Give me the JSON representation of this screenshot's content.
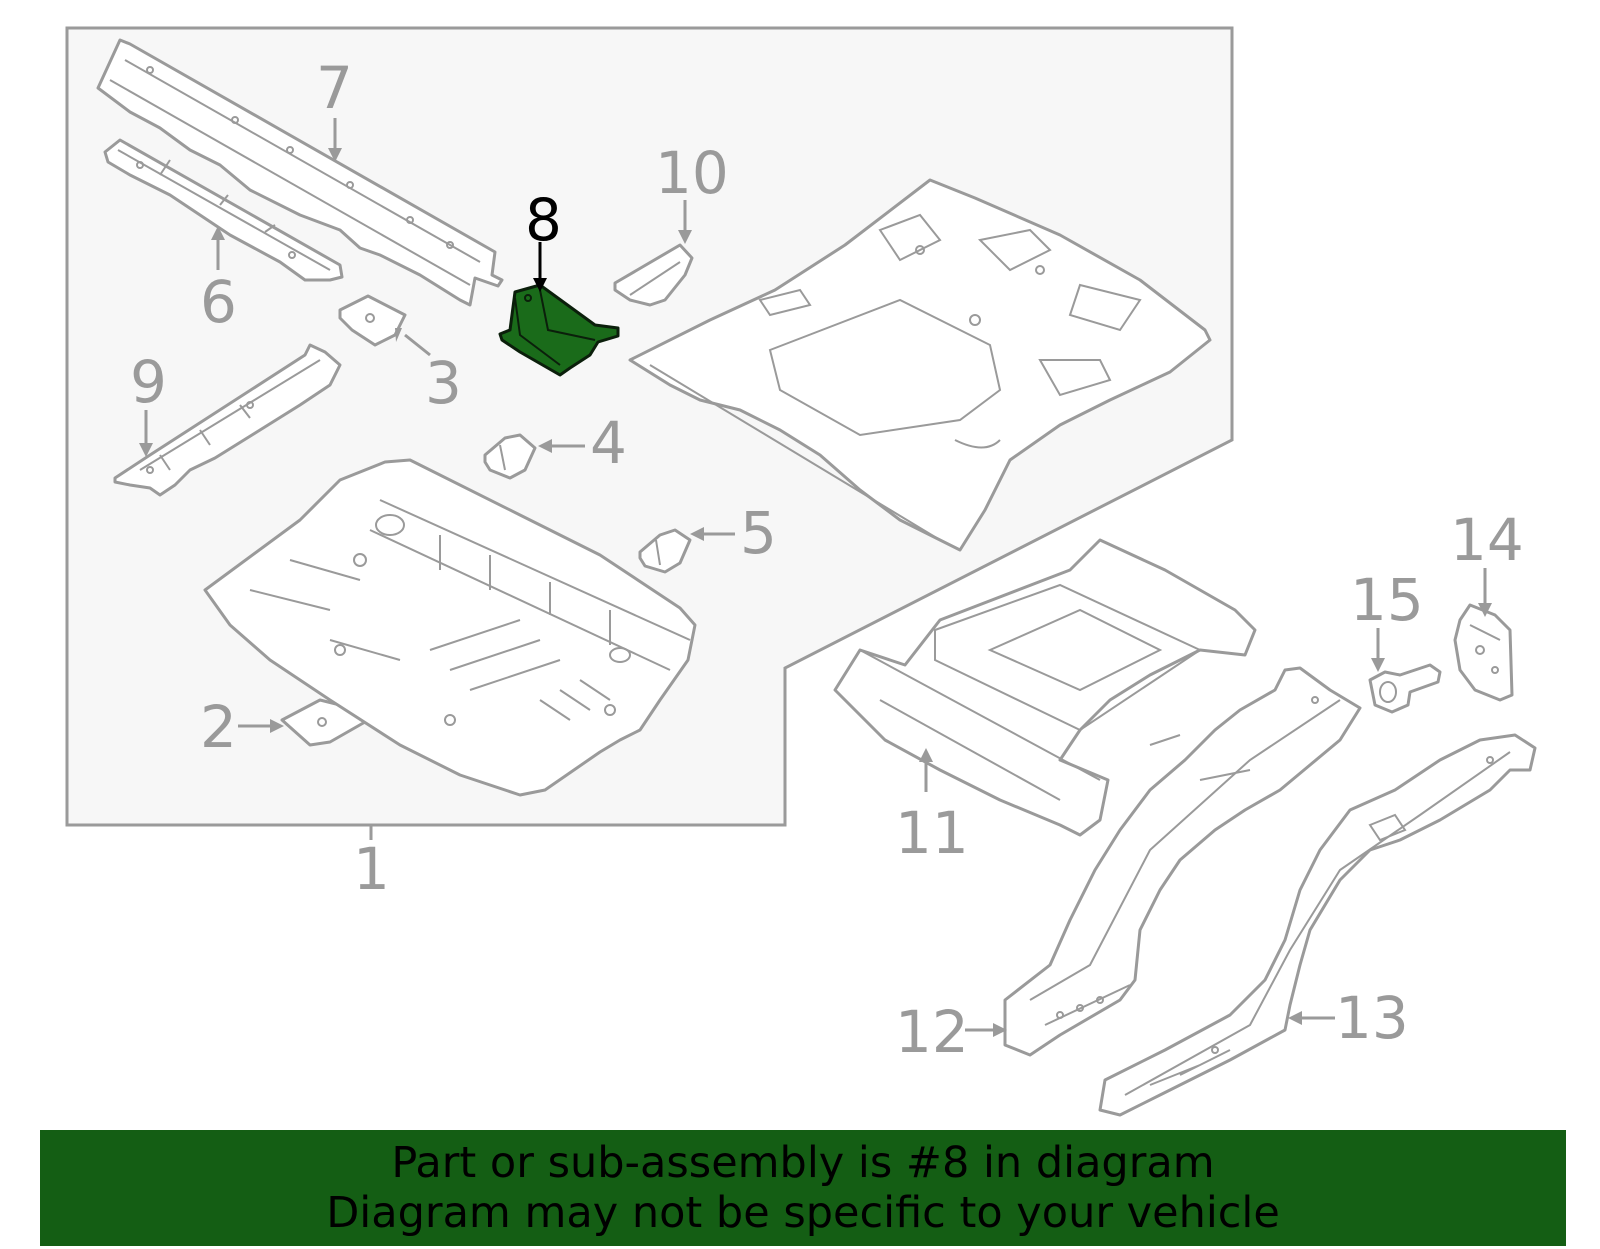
{
  "colors": {
    "part_line": "#9a9a9a",
    "group_box_fill": "#f7f7f7",
    "highlight_part": "#1a6b1a",
    "banner_background": "#145e14",
    "banner_text": "#000000",
    "highlight_label": "#000000"
  },
  "callouts": {
    "c1": "1",
    "c2": "2",
    "c3": "3",
    "c4": "4",
    "c5": "5",
    "c6": "6",
    "c7": "7",
    "c8": "8",
    "c9": "9",
    "c10": "10",
    "c11": "11",
    "c12": "12",
    "c13": "13",
    "c14": "14",
    "c15": "15"
  },
  "highlighted_callout": "8",
  "banner": {
    "line1": "Part or sub-assembly is #8 in diagram",
    "line2": "Diagram may not be specific to your vehicle"
  }
}
